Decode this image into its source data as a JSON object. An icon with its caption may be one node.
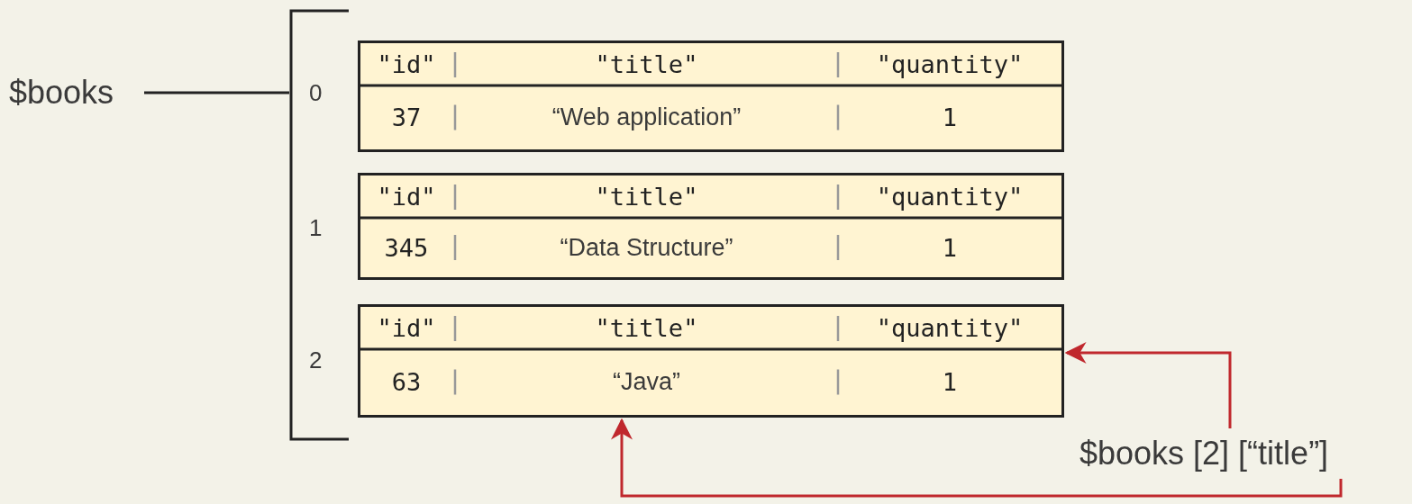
{
  "diagram": {
    "nodes": [
      {
        "text": [
          "$books"
        ]
      },
      {
        "text": [],
        "shape": "bracket"
      },
      {
        "text": [
          "\"id\"",
          "\"title\"",
          "\"quantity\"",
          "37",
          "“Web application”",
          "1"
        ]
      },
      {
        "text": [
          "\"id\"",
          "\"title\"",
          "\"quantity\"",
          "345",
          "“Data Structure”",
          "1"
        ]
      },
      {
        "text": [
          "\"id\"",
          "\"title\"",
          "\"quantity\"",
          "63",
          "“Java”",
          "1"
        ]
      },
      {
        "text": [
          "$books [2] [“title”]"
        ]
      }
    ],
    "labels": [
      "0",
      "1",
      "2"
    ],
    "edges": [
      {
        "from": 0,
        "to": 1,
        "arrow": "none",
        "color": "#222222"
      },
      {
        "from": 5,
        "to": 4,
        "arrow": "to",
        "color": "#c0282d"
      },
      {
        "from": 5,
        "to": 4,
        "arrow": "to",
        "color": "#c0282d"
      }
    ]
  }
}
